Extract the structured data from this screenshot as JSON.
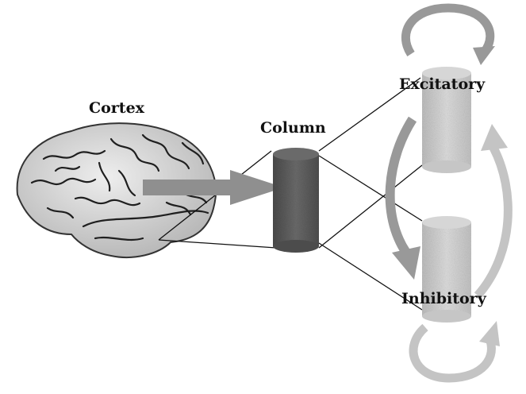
{
  "labels": {
    "cortex": "Cortex",
    "column": "Column",
    "excitatory": "Excitatory",
    "inhibitory": "Inhibitory"
  },
  "colors": {
    "excitatory_arrow": "#999999",
    "inhibitory_arrow": "#c4c4c4",
    "column_fill": "#5a5a5a",
    "population_fill": "#cfcfcf",
    "brain_fill": "#d9d9d9",
    "line": "#111111"
  }
}
